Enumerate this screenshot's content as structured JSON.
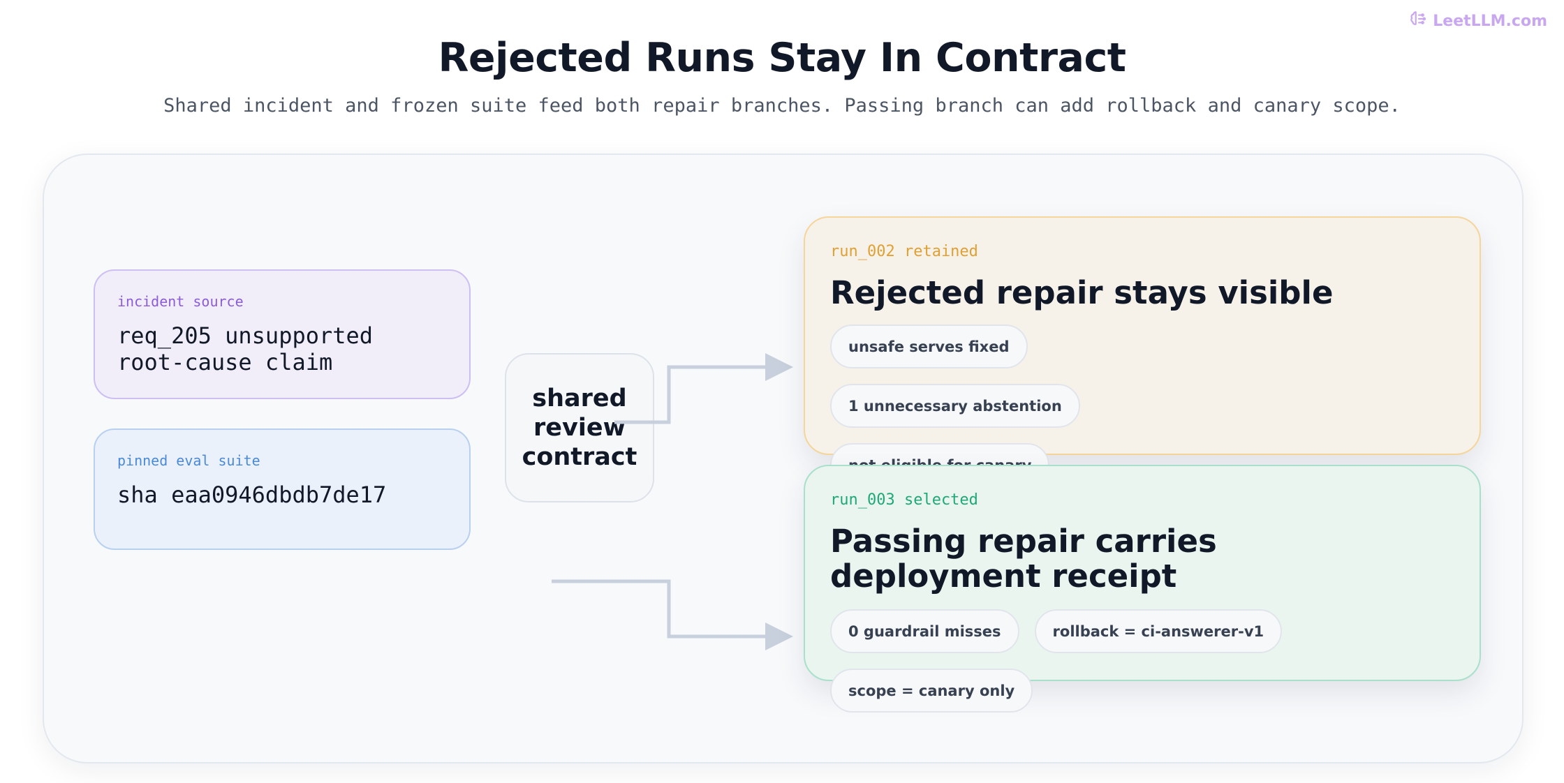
{
  "brand": {
    "name": "LeetLLM.com",
    "icon": "brain-icon",
    "color": "#c9a7f0"
  },
  "header": {
    "title": "Rejected Runs Stay In Contract",
    "subtitle": "Shared incident and frozen suite feed both repair branches. Passing branch can add rollback and canary scope."
  },
  "inputs": {
    "incident": {
      "label": "incident source",
      "value": "req_205 unsupported root-cause claim",
      "color": "#8b5cd6"
    },
    "pinned_suite": {
      "label": "pinned eval suite",
      "value": "sha eaa0946dbdb7de17",
      "color": "#4a8ad6"
    }
  },
  "contract": {
    "label": "shared review contract"
  },
  "branches": {
    "retained": {
      "label": "run_002 retained",
      "heading": "Rejected repair stays visible",
      "pills": [
        "unsafe serves fixed",
        "1 unnecessary abstention",
        "not eligible for canary"
      ],
      "color": "#e0a032"
    },
    "selected": {
      "label": "run_003 selected",
      "heading": "Passing repair carries deployment receipt",
      "pills": [
        "0 guardrail misses",
        "rollback = ci-answerer-v1",
        "scope = canary only"
      ],
      "color": "#1fa878"
    }
  }
}
